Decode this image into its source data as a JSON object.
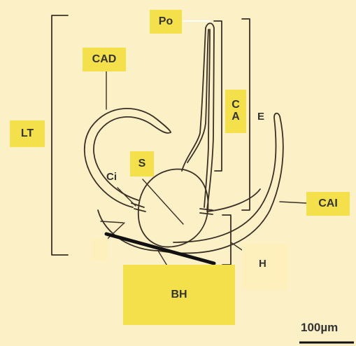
{
  "figure": {
    "labels": {
      "po": "Po",
      "cad": "CAD",
      "lt": "LT",
      "ca_top": "C",
      "ca_bottom": "A",
      "e": "E",
      "s": "S",
      "ci": "Ci",
      "cai": "CAI",
      "h": "H",
      "bh": "BH"
    },
    "scale_bar": {
      "value": "100µm"
    }
  },
  "colors": {
    "background": "#fbf0c6",
    "label_fill": "#f4e04a",
    "faded_box": "#fdf0bd",
    "line": "#3a3026",
    "pointer_bar": "#111111"
  }
}
